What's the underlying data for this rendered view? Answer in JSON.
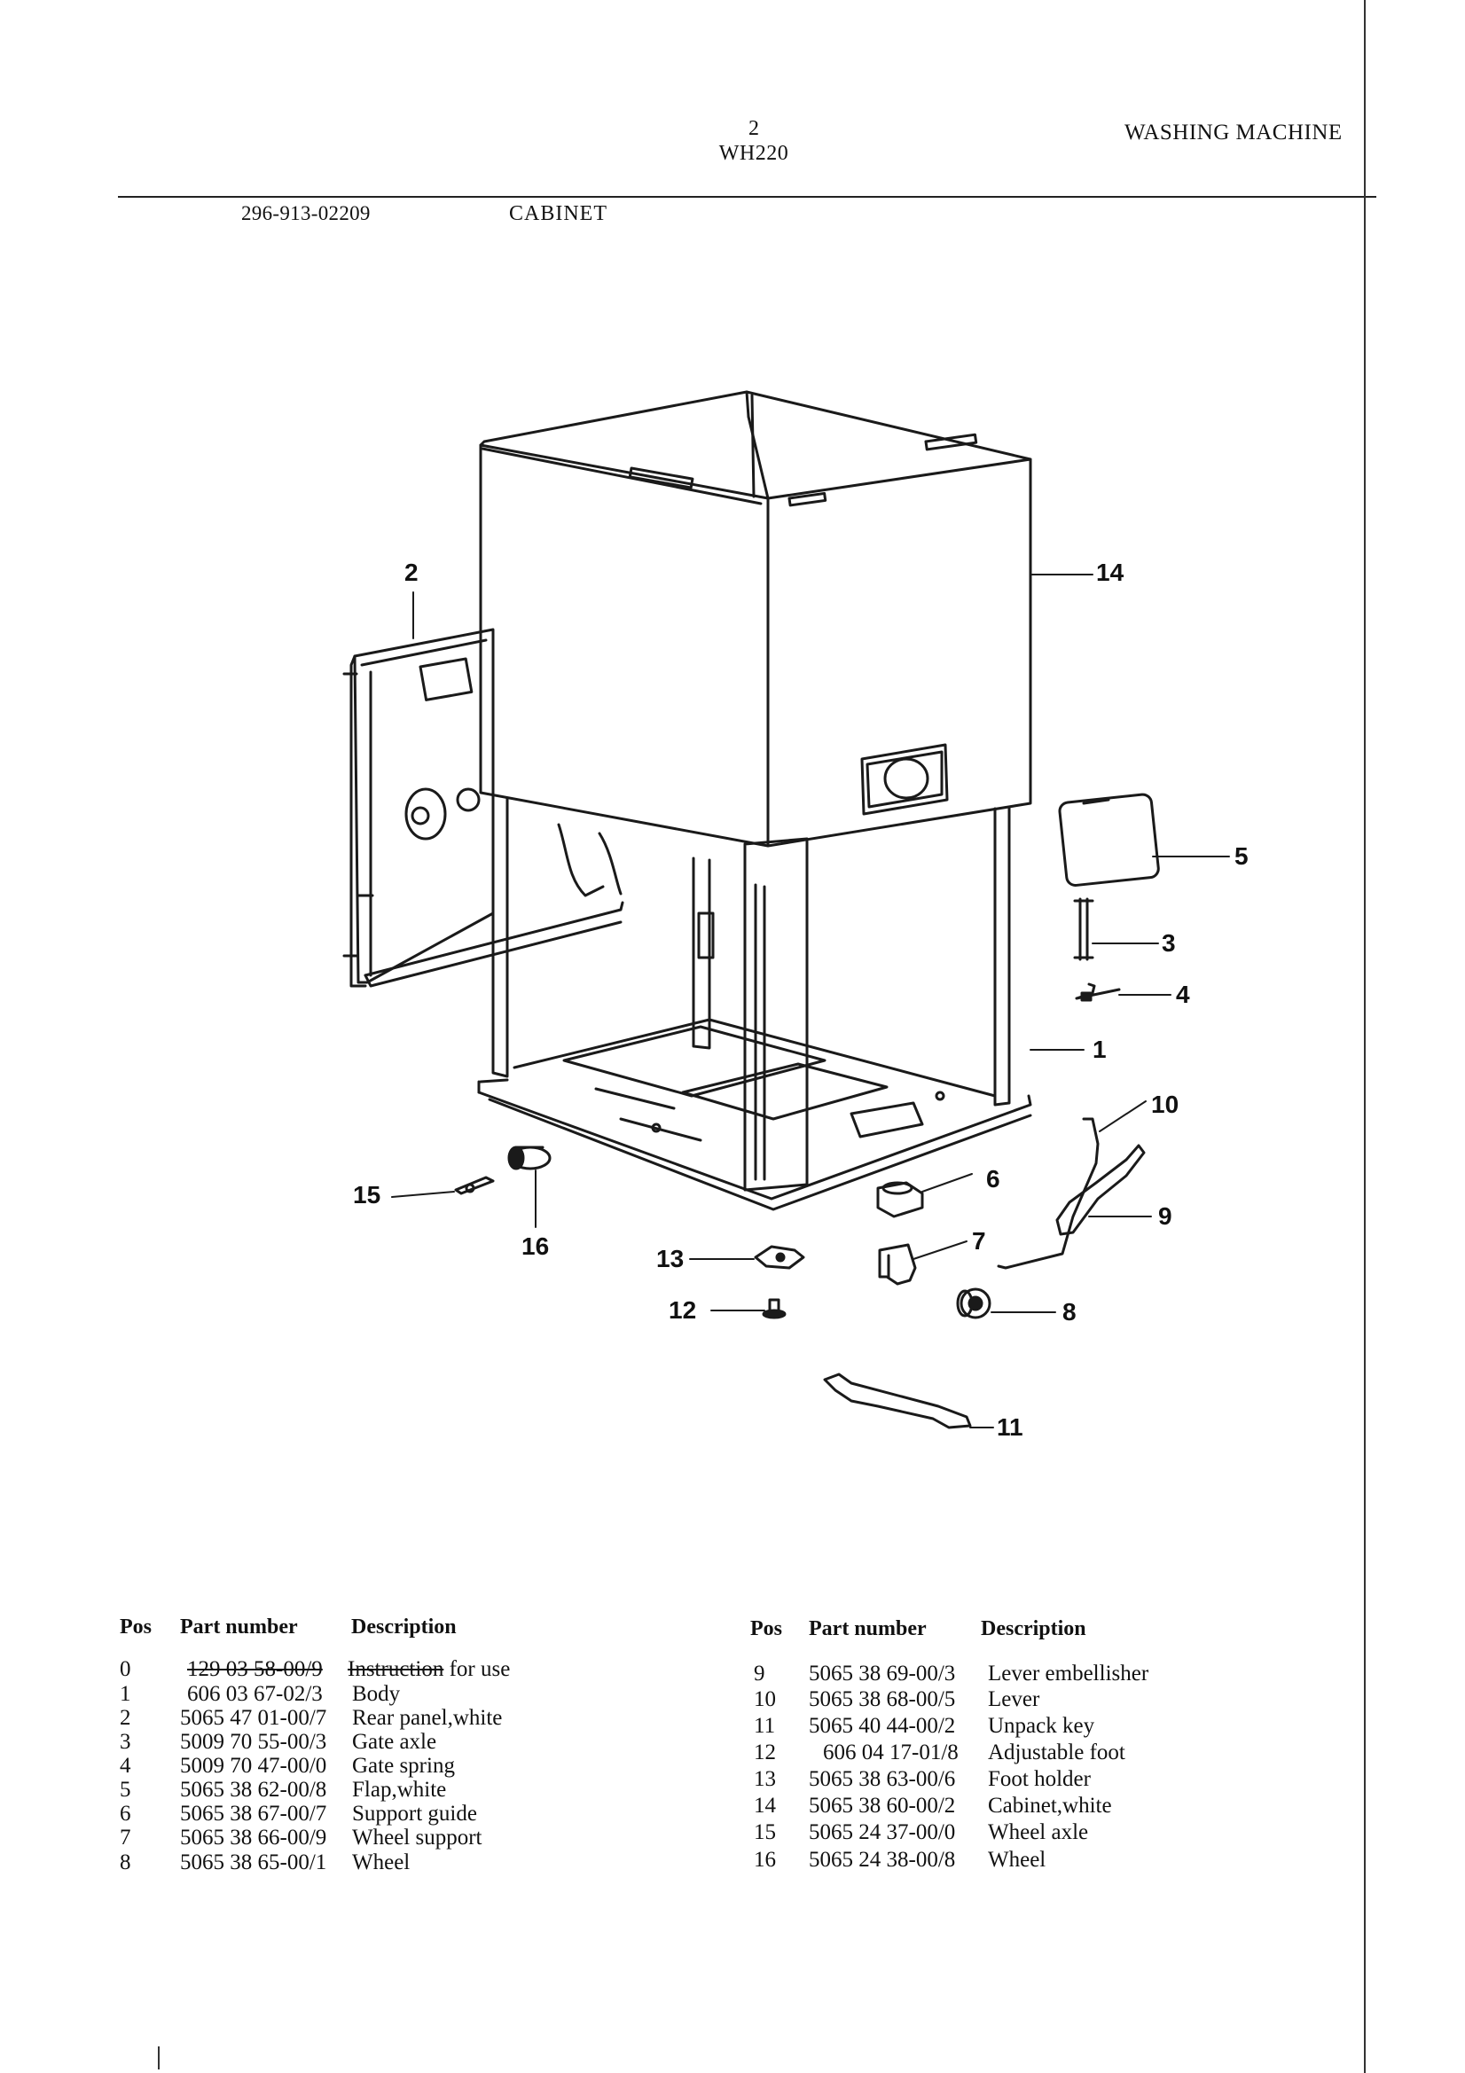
{
  "header": {
    "page_number": "2",
    "model": "WH220",
    "category": "WASHING MACHINE",
    "doc_number": "296-913-02209",
    "section": "CABINET"
  },
  "diagram": {
    "callouts": [
      "1",
      "2",
      "3",
      "4",
      "5",
      "6",
      "7",
      "8",
      "9",
      "10",
      "11",
      "12",
      "13",
      "14",
      "15",
      "16"
    ]
  },
  "table": {
    "headers": {
      "pos": "Pos",
      "part_number": "Part number",
      "description": "Description"
    },
    "left_rows": [
      {
        "pos": "0",
        "part_number": "129 03 58-00/9",
        "description_struck": "Instruction",
        "description": " for use",
        "struck": true
      },
      {
        "pos": "1",
        "part_number": "606 03 67-02/3",
        "description": "Body"
      },
      {
        "pos": "2",
        "part_number": "5065 47 01-00/7",
        "description": "Rear panel,white"
      },
      {
        "pos": "3",
        "part_number": "5009 70 55-00/3",
        "description": "Gate axle"
      },
      {
        "pos": "4",
        "part_number": "5009 70 47-00/0",
        "description": "Gate spring"
      },
      {
        "pos": "5",
        "part_number": "5065 38 62-00/8",
        "description": "Flap,white"
      },
      {
        "pos": "6",
        "part_number": "5065 38 67-00/7",
        "description": "Support guide"
      },
      {
        "pos": "7",
        "part_number": "5065 38 66-00/9",
        "description": "Wheel support"
      },
      {
        "pos": "8",
        "part_number": "5065 38 65-00/1",
        "description": "Wheel"
      }
    ],
    "right_rows": [
      {
        "pos": "9",
        "part_number": "5065 38 69-00/3",
        "description": "Lever embellisher"
      },
      {
        "pos": "10",
        "part_number": "5065 38 68-00/5",
        "description": "Lever"
      },
      {
        "pos": "11",
        "part_number": "5065 40 44-00/2",
        "description": "Unpack key"
      },
      {
        "pos": "12",
        "part_number": "606 04 17-01/8",
        "description": "Adjustable foot"
      },
      {
        "pos": "13",
        "part_number": "5065 38 63-00/6",
        "description": "Foot holder"
      },
      {
        "pos": "14",
        "part_number": "5065 38 60-00/2",
        "description": "Cabinet,white"
      },
      {
        "pos": "15",
        "part_number": "5065 24 37-00/0",
        "description": "Wheel axle"
      },
      {
        "pos": "16",
        "part_number": "5065 24 38-00/8",
        "description": "Wheel"
      }
    ]
  }
}
